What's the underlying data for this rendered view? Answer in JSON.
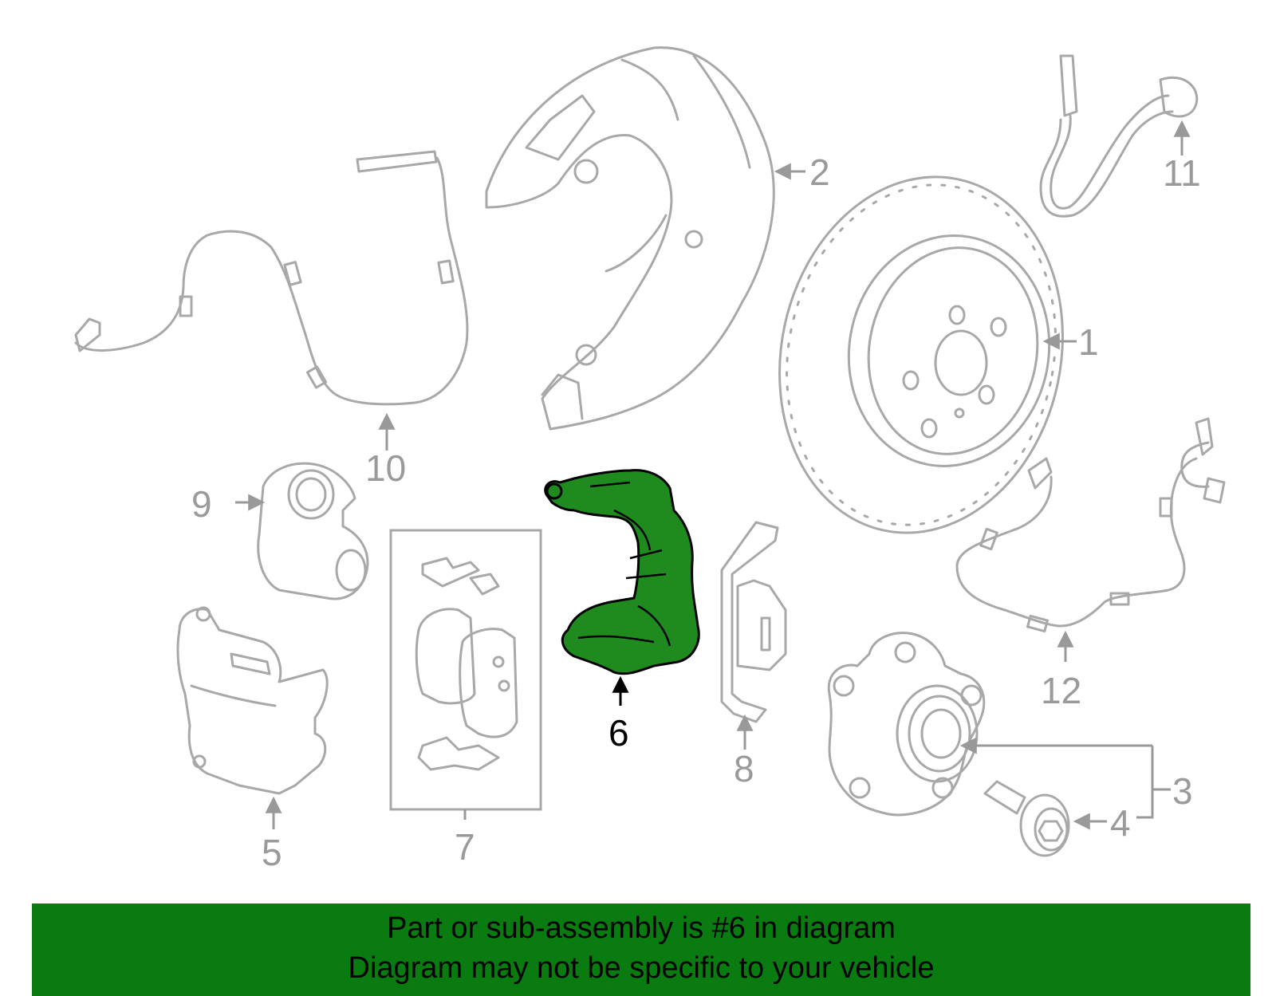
{
  "highlight_color": "#1f8b1f",
  "banner_color": "#0a7b10",
  "callouts": {
    "c1": "1",
    "c2": "2",
    "c3": "3",
    "c4": "4",
    "c5": "5",
    "c6": "6",
    "c7": "7",
    "c8": "8",
    "c9": "9",
    "c10": "10",
    "c11": "11",
    "c12": "12"
  },
  "banner": {
    "line1": "Part or sub-assembly is #6 in diagram",
    "line2": "Diagram may not be specific to your vehicle"
  }
}
